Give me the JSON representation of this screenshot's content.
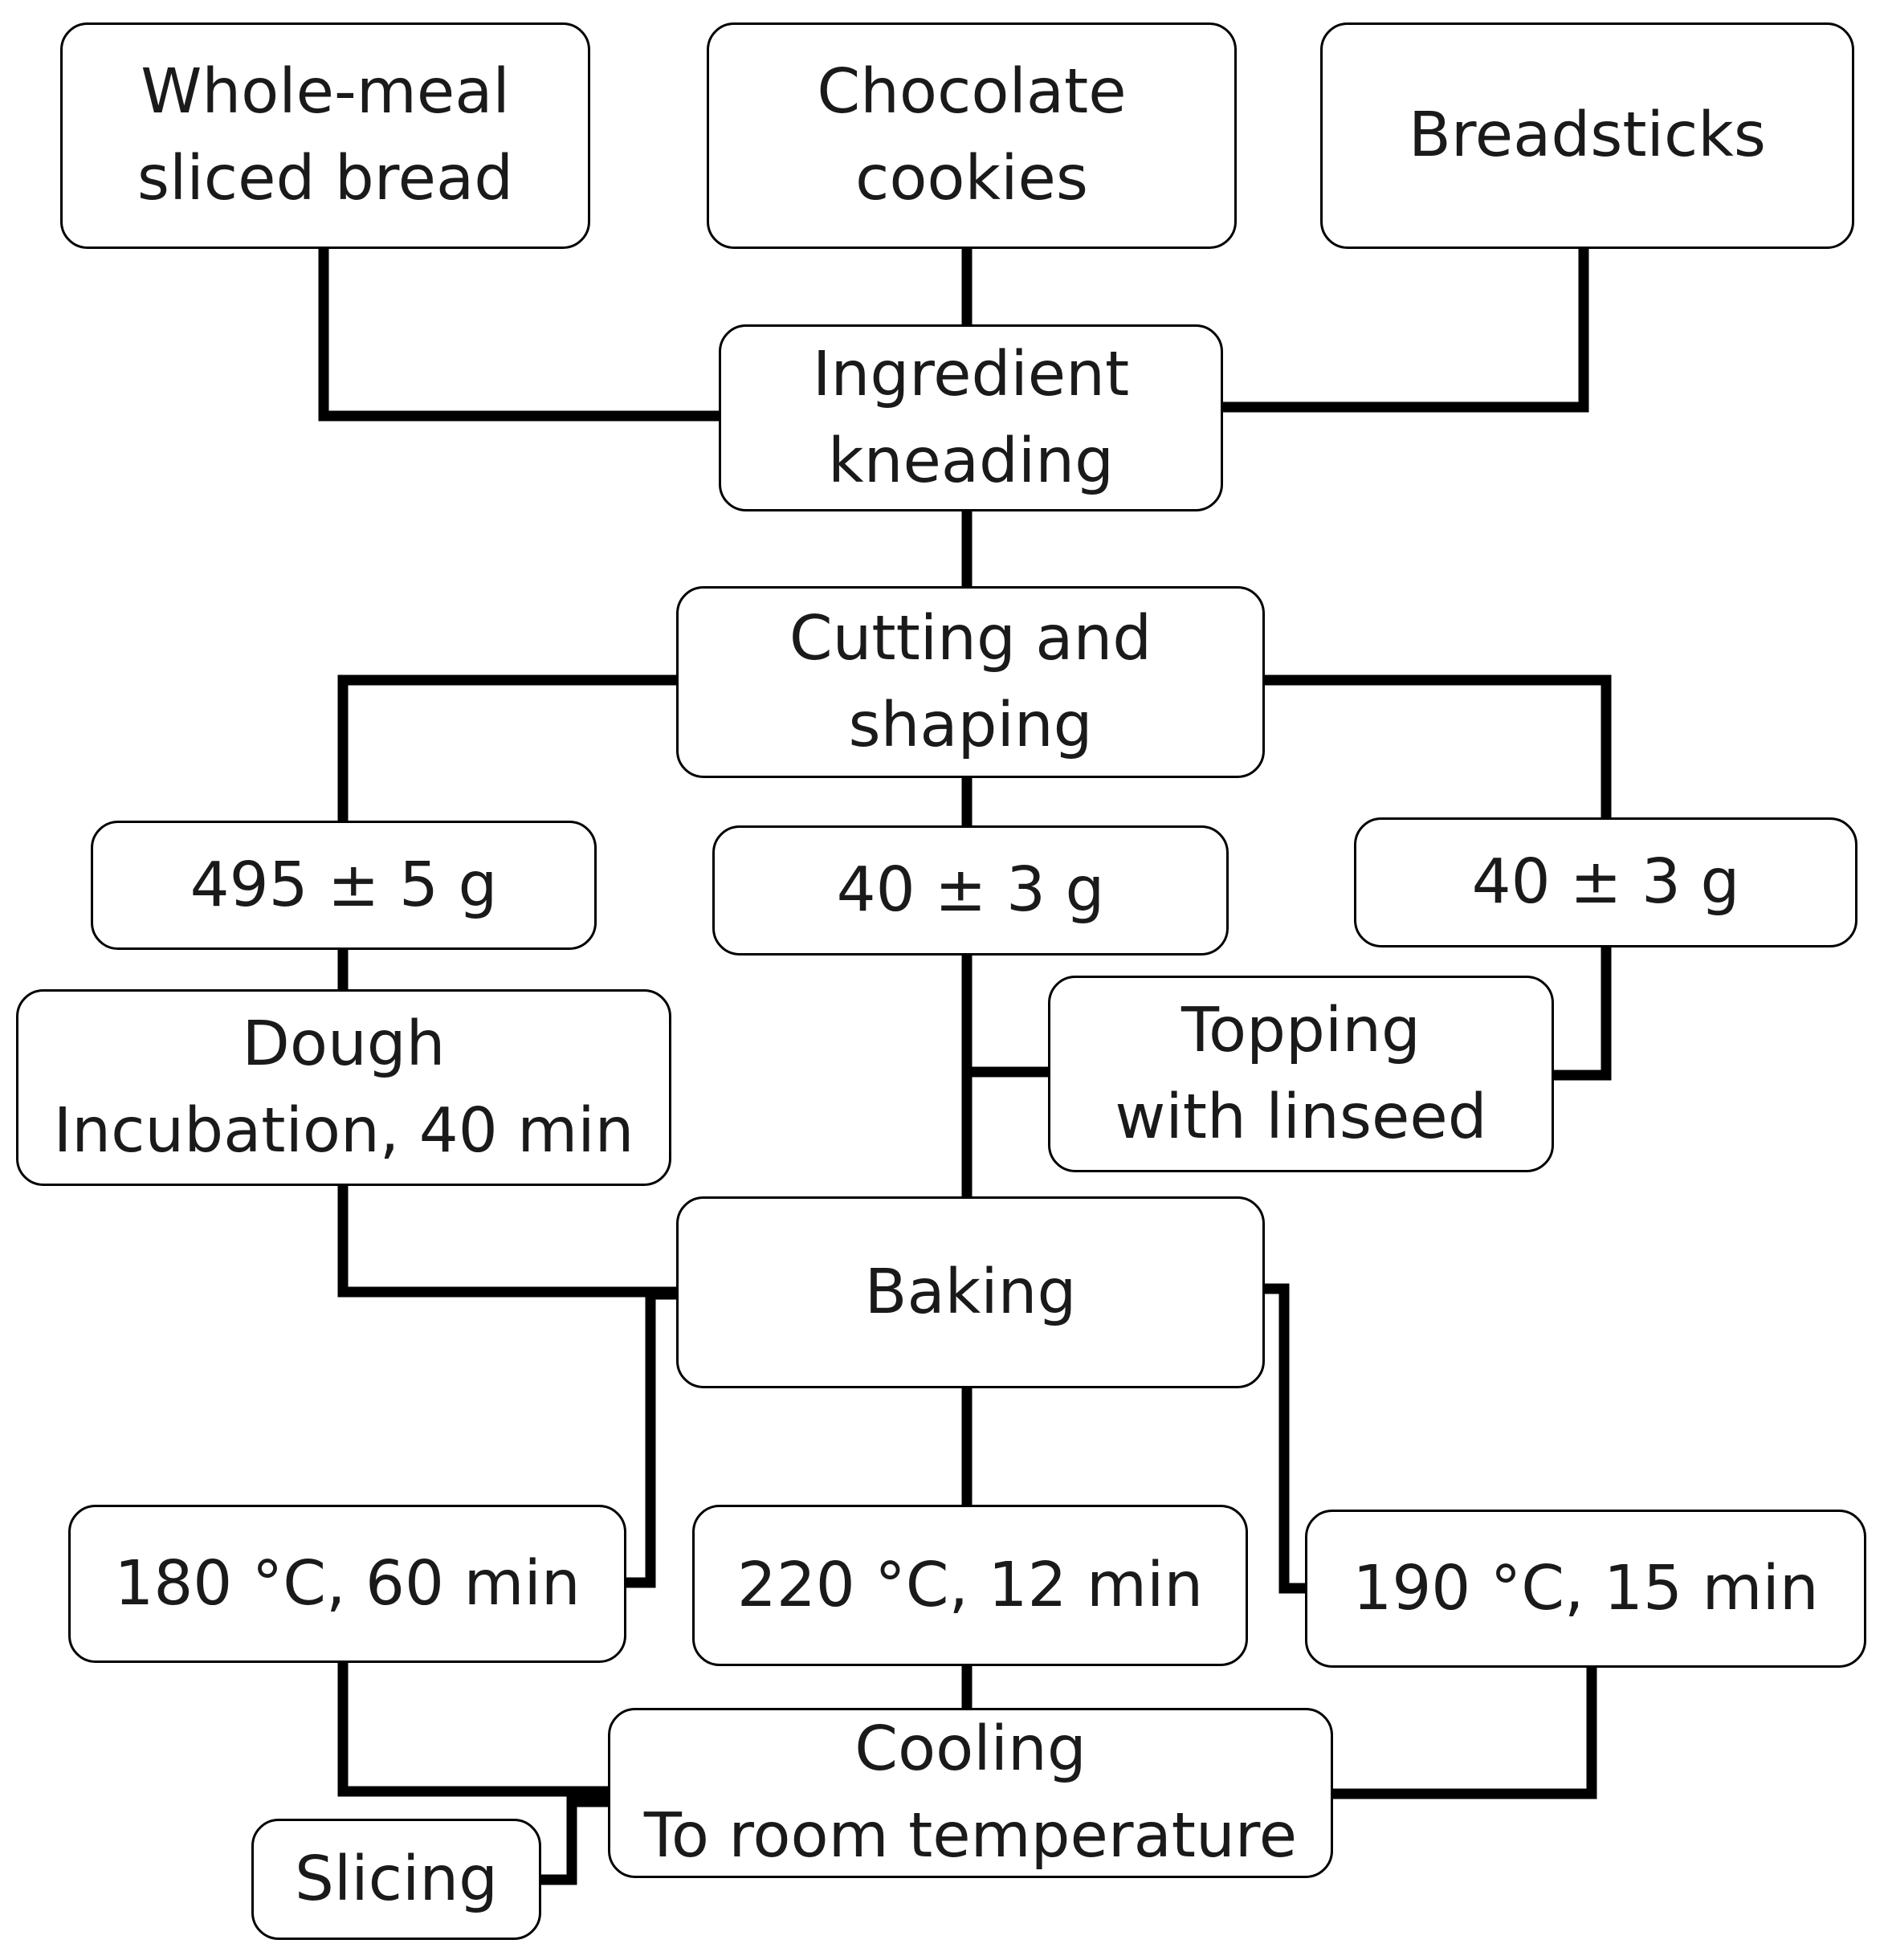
{
  "nodes": {
    "wholemeal": [
      "Whole-meal",
      "sliced bread"
    ],
    "cookies": [
      "Chocolate",
      "cookies"
    ],
    "breadsticks": [
      "Breadsticks"
    ],
    "kneading": [
      "Ingredient",
      "kneading"
    ],
    "cutting": [
      "Cutting and",
      "shaping"
    ],
    "weight_bread": [
      "495 ± 5 g"
    ],
    "weight_cookies": [
      "40 ± 3 g"
    ],
    "weight_sticks": [
      "40 ± 3 g"
    ],
    "dough": [
      "Dough",
      "Incubation, 40 min"
    ],
    "topping": [
      "Topping",
      "with linseed"
    ],
    "baking": [
      "Baking"
    ],
    "bake_bread": [
      "180 °C, 60 min"
    ],
    "bake_cookies": [
      "220 °C, 12 min"
    ],
    "bake_sticks": [
      "190 °C, 15 min"
    ],
    "cooling": [
      "Cooling",
      "To room temperature"
    ],
    "slicing": [
      "Slicing"
    ]
  }
}
